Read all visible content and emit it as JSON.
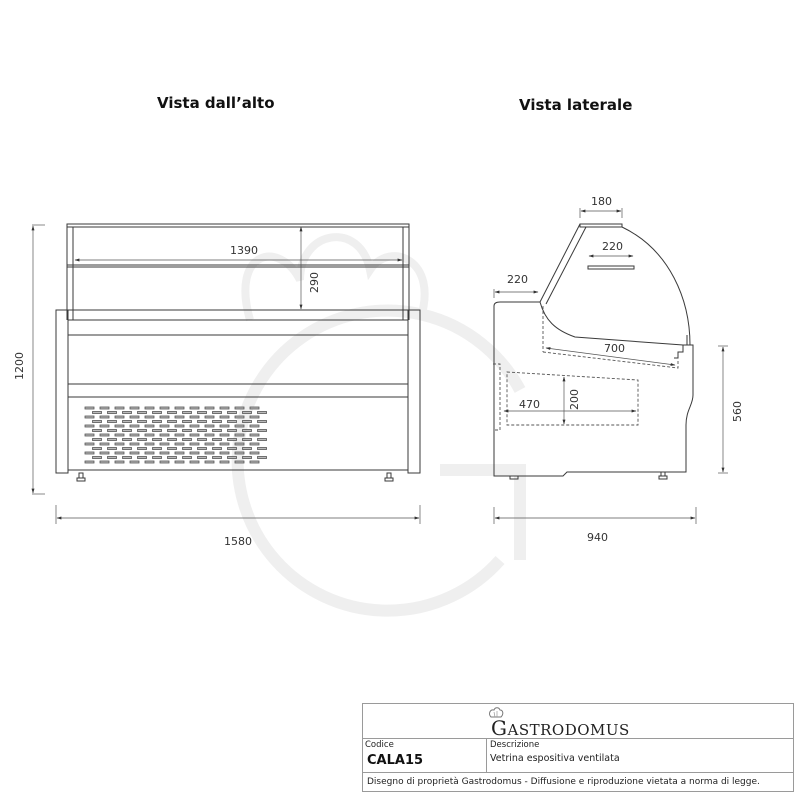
{
  "views": {
    "top": {
      "title": "Vista dall’alto"
    },
    "side": {
      "title": "Vista laterale"
    }
  },
  "dimensions": {
    "top_view": {
      "overall_width": "1580",
      "overall_height": "1200",
      "inner_width": "1390",
      "upper_depth": "290"
    },
    "side_view": {
      "overall_depth": "940",
      "top_shelf": "180",
      "glass_shelf": "220",
      "rear_top": "220",
      "display_depth": "700",
      "storage_depth": "470",
      "storage_height": "200",
      "body_height": "560"
    }
  },
  "title_block": {
    "brand": "Gastrodomus",
    "brand_initial": "G",
    "brand_rest": "ASTRODOMUS",
    "code_label": "Codice",
    "code_value": "CALA15",
    "description_label": "Descrizione",
    "description_value": "Vetrina espositiva ventilata",
    "footer": "Disegno di proprietà Gastrodomus -  Diffusione e riproduzione vietata a norma di legge."
  },
  "colors": {
    "line": "#3a3a3a",
    "dim_line": "#555555",
    "watermark": "#ececec",
    "border": "#9a9a9a"
  }
}
